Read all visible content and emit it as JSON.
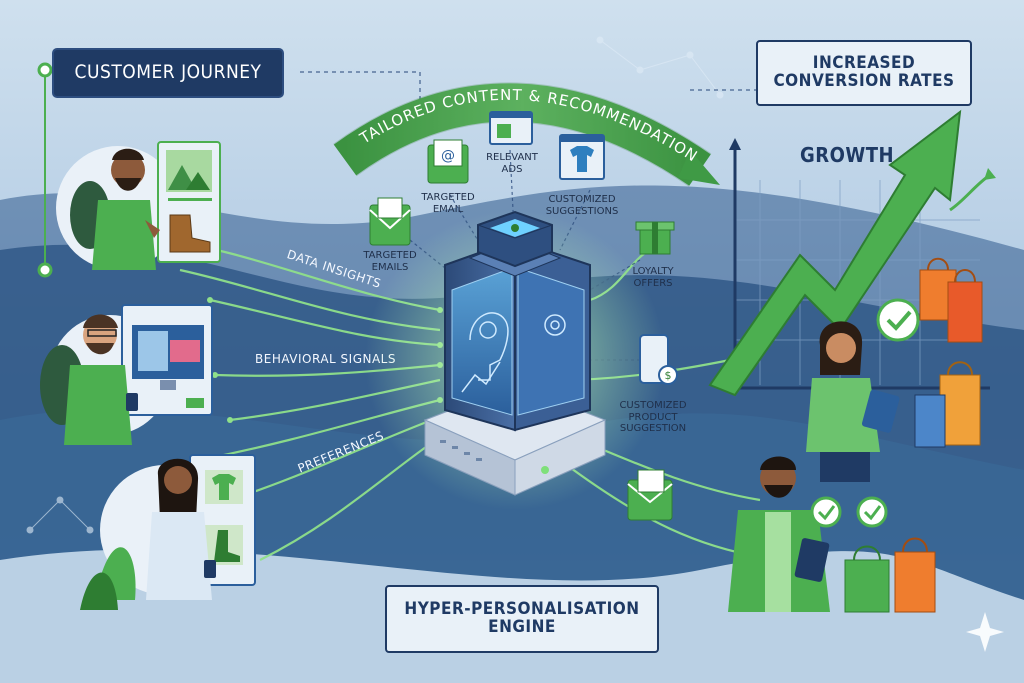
{
  "title_customer_journey": "Customer Journey",
  "title_conversion": [
    "Increased",
    "Conversion Rates"
  ],
  "title_engine": [
    "Hyper-Personalisation",
    "Engine"
  ],
  "arc_banner": "Tailored Content & Recommendations",
  "growth_label": "Growth",
  "flows": {
    "data_insights": "Data Insights",
    "behavioral_signals": "Behavioral Signals",
    "preferences": "Preferences"
  },
  "outputs": {
    "targeted_emails": [
      "Targeted",
      "Emails"
    ],
    "targeted_email": [
      "Targeted",
      "Email"
    ],
    "relevant_ads": [
      "Relevant",
      "Ads"
    ],
    "customized_suggestions": [
      "Customized",
      "Suggestions"
    ],
    "loyalty_offers": [
      "Loyalty",
      "Offers"
    ],
    "customized_product_suggestion": [
      "Customized",
      "Product",
      "Suggestion"
    ]
  },
  "colors": {
    "navy": "#1f3a64",
    "green": "#4caf50",
    "dark_green": "#2e7d32",
    "background": "#b9d0e6",
    "orange": "#ef7d2e"
  },
  "icons": [
    "mountain-icon",
    "boot-icon",
    "monitor-icon",
    "shirt-icon",
    "shoe-icon",
    "envelope-icon",
    "gift-icon",
    "phone-dollar-icon",
    "brain-icon",
    "gear-icon",
    "checkmark-icon",
    "sparkle-icon",
    "shopping-bag-icon",
    "growth-arrow-icon"
  ]
}
